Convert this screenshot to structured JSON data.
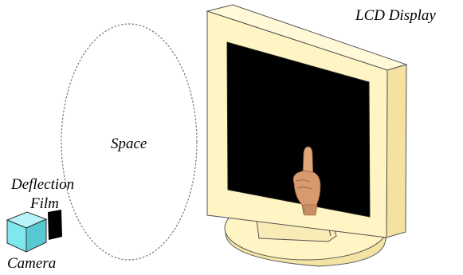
{
  "labels": {
    "lcd_display": "LCD Display",
    "space": "Space",
    "deflection_film_line1": "Deflection",
    "deflection_film_line2": "Film",
    "camera": "Camera"
  },
  "colors": {
    "monitor_body": "#fff5c4",
    "monitor_edge": "#555555",
    "screen": "#000000",
    "camera_front": "#7fe8ee",
    "camera_side": "#57c9d2",
    "film": "#000000",
    "dashed_ellipse": "#777777",
    "hand_skin": "#d69a6e"
  },
  "icons": {
    "hand": "pointing-finger-hand-icon",
    "camera": "camera-box-icon"
  }
}
